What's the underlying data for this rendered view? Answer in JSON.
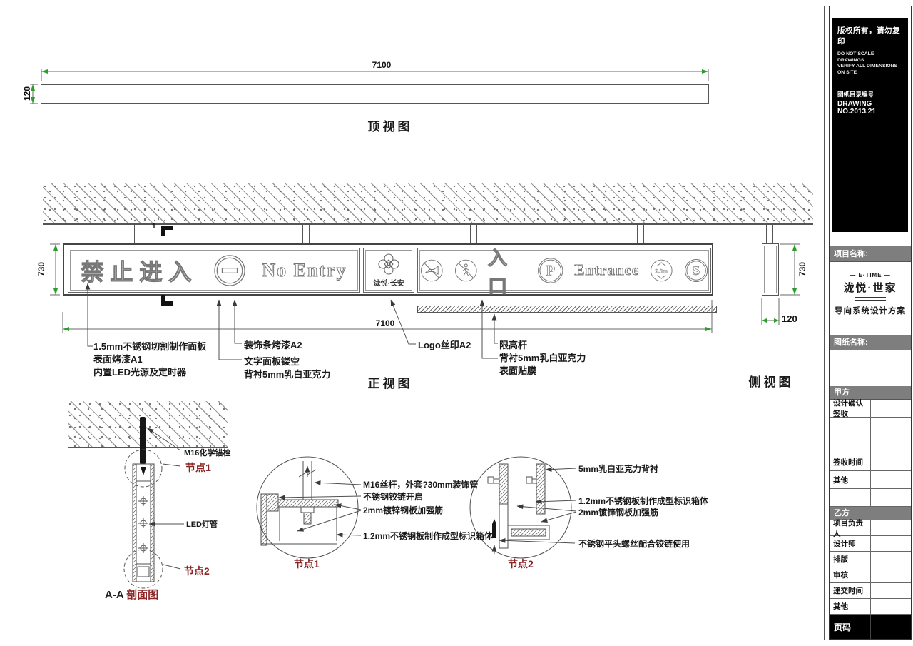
{
  "views": {
    "top": {
      "title": "顶视图",
      "dim_length": "7100",
      "dim_depth": "120"
    },
    "front": {
      "title": "正视图",
      "dim_length": "7100",
      "dim_height": "730",
      "section_mark": "1",
      "no_entry_cn": "禁止进入",
      "no_entry_en": "No Entry",
      "logo_text": "泷悦·长安",
      "entrance_cn": "入口",
      "entrance_en": "Entrance",
      "parking_letter": "P",
      "clearance": "2.3m",
      "s_letter": "S",
      "callout_panel_1": "1.5mm不锈钢切割制作面板",
      "callout_panel_2": "表面烤漆A1",
      "callout_panel_3": "内置LED光源及定时器",
      "callout_strip": "装饰条烤漆A2",
      "callout_text_1": "文字面板镂空",
      "callout_text_2": "背衬5mm乳白亚克力",
      "callout_logo": "Logo丝印A2",
      "callout_bar_1": "限高杆",
      "callout_bar_2": "背衬5mm乳白亚克力",
      "callout_bar_3": "表面贴膜"
    },
    "side": {
      "title": "侧视图",
      "dim_height": "730",
      "dim_depth": "120"
    }
  },
  "details": {
    "section": {
      "title_code": "A-A",
      "title_text": "剖面图",
      "callout_anchor": "M16化学锚栓",
      "node1_ref": "节点1",
      "callout_led": "LED灯管",
      "node2_ref": "节点2"
    },
    "node1": {
      "title": "节点1",
      "callout_1": "M16丝杆，外套?30mm装饰管",
      "callout_2": "不锈钢铰链开启",
      "callout_3": "2mm镀锌钢板加强筋",
      "callout_4": "1.2mm不锈钢板制作成型标识箱体"
    },
    "node2": {
      "title": "节点2",
      "callout_1": "5mm乳白亚克力背衬",
      "callout_2": "1.2mm不锈钢板制作成型标识箱体",
      "callout_3": "2mm镀锌钢板加强筋",
      "callout_4": "不锈钢平头螺丝配合铰链使用"
    }
  },
  "titleblock": {
    "copyright": "版权所有，请勿复印",
    "notice_1": "DO NOT SCALE DRAWINGS.",
    "notice_2": "VERIFY ALL DIMENSIONS",
    "notice_3": "ON SITE",
    "drawing_no_label": "图纸目录编号",
    "drawing_no": "DRAWING NO.2013.21",
    "project_label": "项目名称:",
    "brand_en": "— E·TIME —",
    "brand_cn": "泷悦·世家",
    "scheme": "导向系统设计方案",
    "sheet_label": "图纸名称:",
    "party_a": "甲方",
    "row_a1": "设计确认签收",
    "row_a4": "签收时间",
    "row_a5": "其他",
    "party_b": "乙方",
    "row_b1": "项目负责人",
    "row_b2": "设计师",
    "row_b3": "排版",
    "row_b4": "审核",
    "row_b5": "递交时间",
    "row_b6": "其他",
    "page_label": "页码"
  },
  "colors": {
    "line": "#4f4f4f",
    "accent_red": "#8b2323",
    "tick_green": "#2e9b2e"
  }
}
